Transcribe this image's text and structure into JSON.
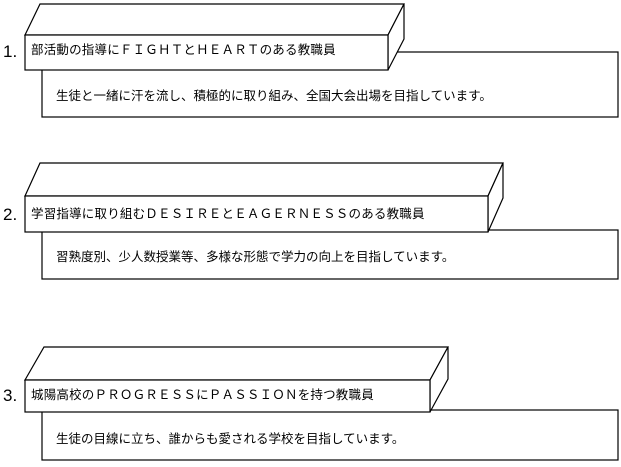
{
  "items": [
    {
      "number": "1.",
      "title": "部活動の指導にＦＩＧＨＴとＨＥＡＲＴのある教職員",
      "description": "生徒と一緒に汗を流し、積極的に取り組み、全国大会出場を目指しています。"
    },
    {
      "number": "2.",
      "title": "学習指導に取り組むＤＥＳＩＲＥとＥＡＧＥＲＮＥＳＳのある教職員",
      "description": "習熟度別、少人数授業等、多様な形態で学力の向上を目指しています。"
    },
    {
      "number": "3.",
      "title": "城陽高校のＰＲＯＧＲＥＳＳにＰＡＳＳＩＯＮを持つ教職員",
      "description": "生徒の目線に立ち、誰からも愛される学校を目指しています。"
    }
  ]
}
